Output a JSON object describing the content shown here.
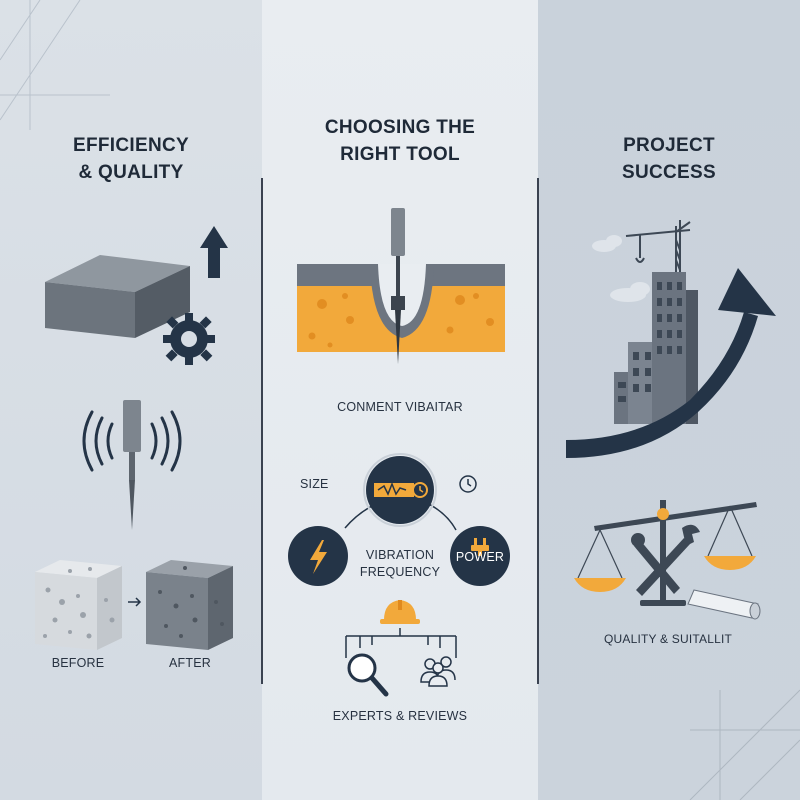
{
  "columns": {
    "left": {
      "heading_line1": "EFFICIENCY",
      "heading_line2": "& QUALITY",
      "before_label": "BEFORE",
      "after_label": "AFTER"
    },
    "middle": {
      "heading_line1": "CHOOSING THE",
      "heading_line2": "RIGHT TOOL",
      "tool_caption": "CONMENT VIBAITAR",
      "size_label": "SIZE",
      "center_line1": "VIBRATION",
      "center_line2": "FREQUENCY",
      "power_label": "POWER",
      "experts_label": "EXPERTS & REVIEWS"
    },
    "right": {
      "heading_line1": "PROJECT",
      "heading_line2": "SUCCESS",
      "quality_label": "QUALITY & SUITALLIT"
    }
  },
  "colors": {
    "navy": "#243447",
    "orange": "#f2a93b",
    "gray": "#6f7883",
    "light_gray": "#aab2bb"
  },
  "icons": [
    "arrow-up-icon",
    "gear-icon",
    "vibrator-icon",
    "clock-icon",
    "lightning-icon",
    "power-plug-icon",
    "gauge-icon",
    "hard-hat-icon",
    "magnifier-icon",
    "people-icon",
    "crane-icon",
    "growth-arrow-icon",
    "balance-scale-icon",
    "wrench-icon",
    "pipe-icon"
  ]
}
